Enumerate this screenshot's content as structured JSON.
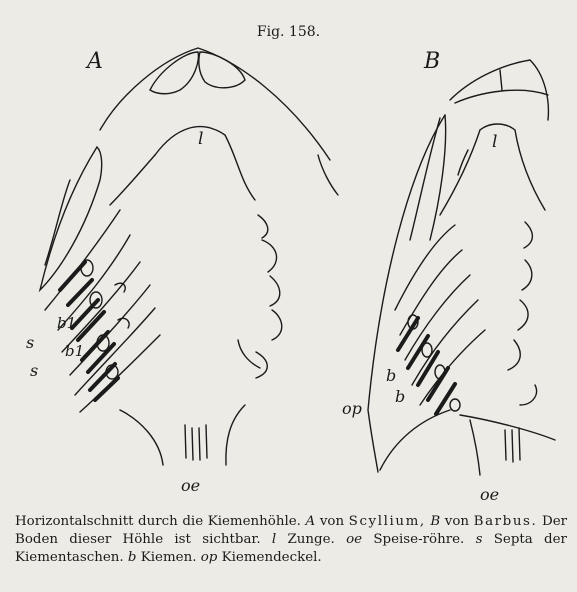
{
  "figure": {
    "number": "Fig. 158.",
    "panel_a": "A",
    "panel_b": "B",
    "labels": {
      "zunge": "l",
      "septa": "s",
      "kiemen": "b",
      "speiseroehre": "oe",
      "kiemendeckel": "op",
      "kiemen_index": "b1"
    }
  },
  "caption": {
    "lead": "Horizontalschnitt durch die Kiemenhöhle.",
    "a_key": "A",
    "a_text": "von",
    "a_genus": "Scyllium,",
    "b_key": "B",
    "b_text": "von",
    "b_genus": "Barbus.",
    "sentence": "Der Boden dieser Höhle ist sichtbar.",
    "l_key": "l",
    "l_text": "Zunge.",
    "oe_key": "oe",
    "oe_text": "Speise-röhre.",
    "s_key": "s",
    "s_text": "Septa der Kiementaschen.",
    "b2_key": "b",
    "b2_text": "Kiemen.",
    "op_key": "op",
    "op_text": "Kiemendeckel."
  }
}
